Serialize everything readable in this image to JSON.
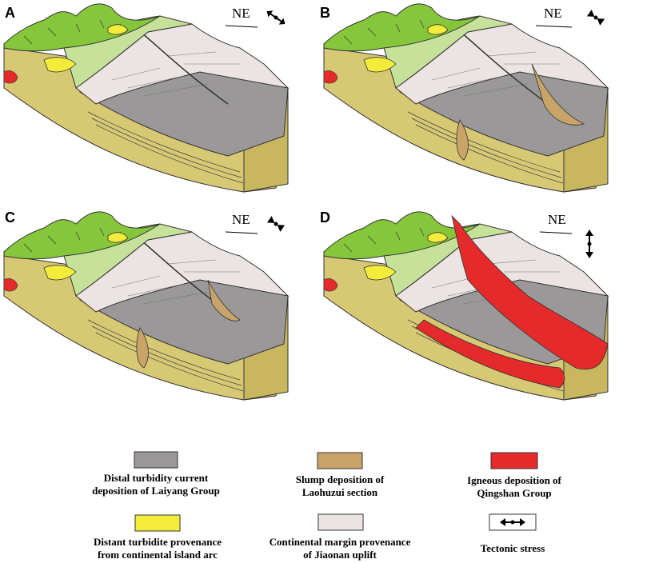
{
  "panels": [
    {
      "letter": "A",
      "direction_label": "NE",
      "stress": "extension-diagonal",
      "stage": "no-slump"
    },
    {
      "letter": "B",
      "direction_label": "NE",
      "stress": "compression-diagonal",
      "stage": "slump"
    },
    {
      "letter": "C",
      "direction_label": "NE",
      "stress": "compression-diagonal",
      "stage": "slump-buried"
    },
    {
      "letter": "D",
      "direction_label": "NE",
      "stress": "vertical",
      "stage": "igneous"
    }
  ],
  "legend": [
    {
      "key": "distal",
      "line1": "Distal turbidity current",
      "line2": "deposition of Laiyang Group",
      "color": "#9a9898"
    },
    {
      "key": "slump",
      "line1": "Slump deposition of",
      "line2": "Laohuzui section",
      "color": "#c8a469"
    },
    {
      "key": "igneous",
      "line1": "Igneous deposition of",
      "line2": "Qingshan Group",
      "color": "#e42a2a"
    },
    {
      "key": "arc",
      "line1": "Distant turbidite provenance",
      "line2": "from continental island arc",
      "color": "#f4ec3a"
    },
    {
      "key": "uplift",
      "line1": "Continental margin provenance",
      "line2": "of Jiaonan uplift",
      "color": "#ece4e2"
    },
    {
      "key": "stress",
      "line1": "Tectonic stress",
      "line2": "",
      "color": "#000000"
    }
  ],
  "colors": {
    "mountain": "#86c63a",
    "mountain_light": "#c6e29a",
    "base": "#d7c874",
    "base_side": "#c9b760",
    "platform": "#ece4e2",
    "distal": "#9a9898",
    "slump": "#c8a469",
    "igneous": "#e42a2a",
    "arc": "#f4ec3a"
  }
}
